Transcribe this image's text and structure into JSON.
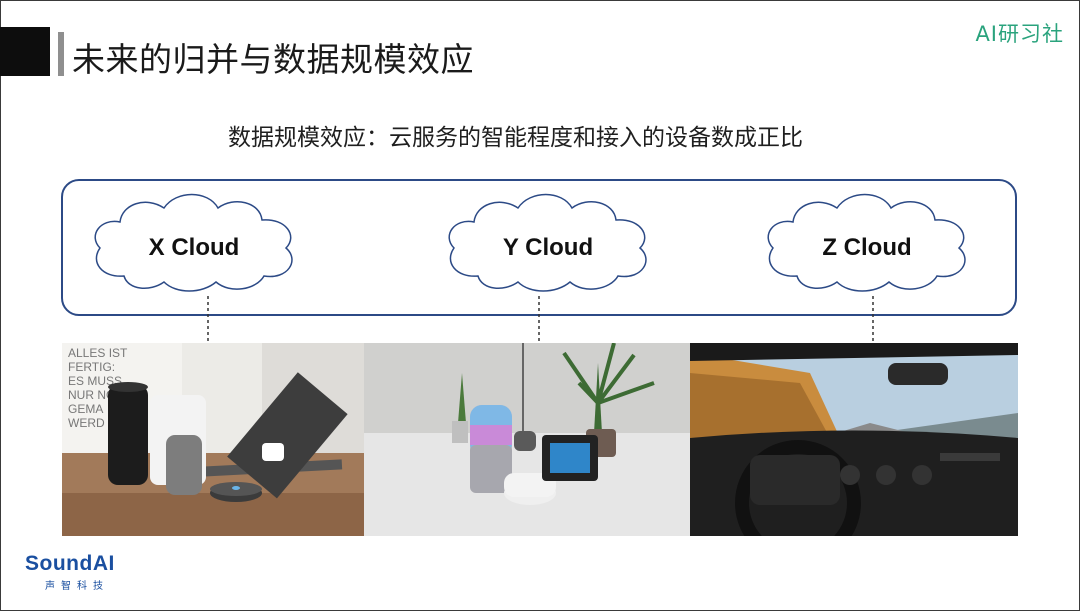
{
  "slide": {
    "title": "未来的归并与数据规模效应",
    "brand": "AI研习社",
    "subtitle": "数据规模效应：云服务的智能程度和接入的设备数成正比"
  },
  "clouds": [
    {
      "label": "X Cloud"
    },
    {
      "label": "Y Cloud"
    },
    {
      "label": "Z Cloud"
    }
  ],
  "photos": [
    {
      "scene": "smart-speakers-on-table",
      "wall_text": "ALLES IST\nFERTIG:\nES MUSS\nNUR NOCH\nGEMA\nWERD"
    },
    {
      "scene": "smart-speakers-and-display-on-desk"
    },
    {
      "scene": "car-dashboard-on-road"
    }
  ],
  "footer": {
    "logo": "SoundAI",
    "logo_sub": "声智科技"
  },
  "colors": {
    "cloud_box_border": "#2c4a86",
    "brand_green": "#2aa37d",
    "logo_blue": "#1a4fa0"
  }
}
